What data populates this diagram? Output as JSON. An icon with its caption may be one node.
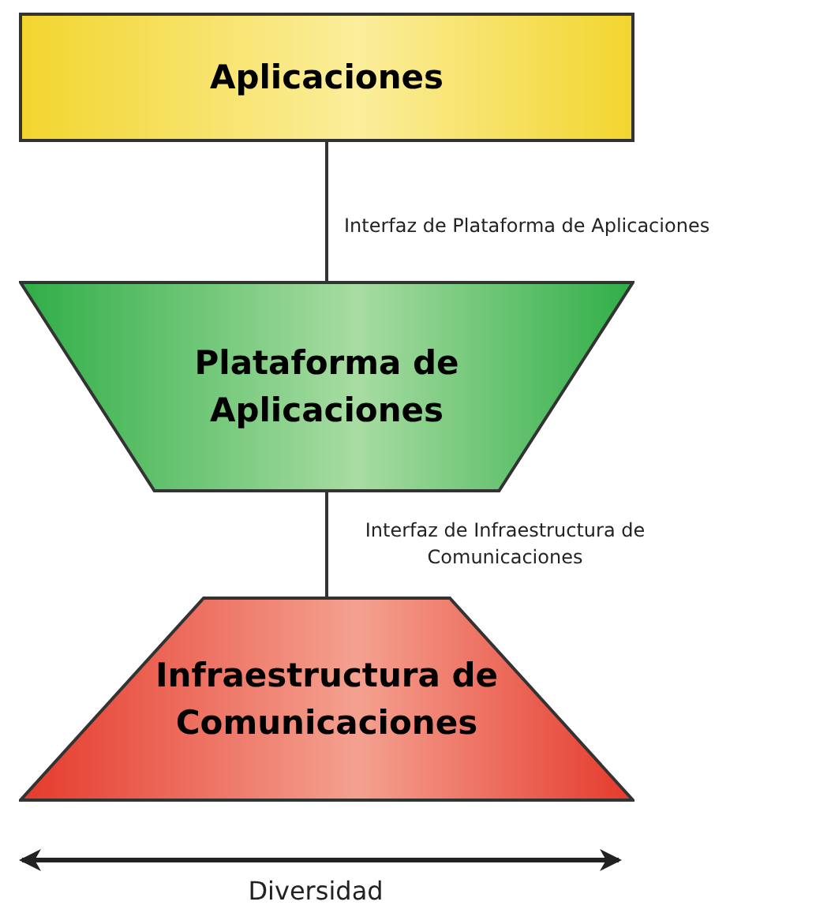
{
  "diagram": {
    "nodes": [
      {
        "text": [
          "Aplicaciones"
        ]
      },
      {
        "text": [
          "Plataforma de Aplicaciones"
        ]
      },
      {
        "text": [
          "Infraestructura de Comunicaciones"
        ]
      }
    ],
    "edges": [
      {
        "from": 0,
        "to": 1,
        "arrow": "none",
        "label": "Interfaz de Plataforma de Aplicaciones"
      },
      {
        "from": 1,
        "to": 2,
        "arrow": "none",
        "label": "Interfaz de Infraestructura de Comunicaciones"
      }
    ],
    "labels": [
      "Diversidad"
    ]
  }
}
